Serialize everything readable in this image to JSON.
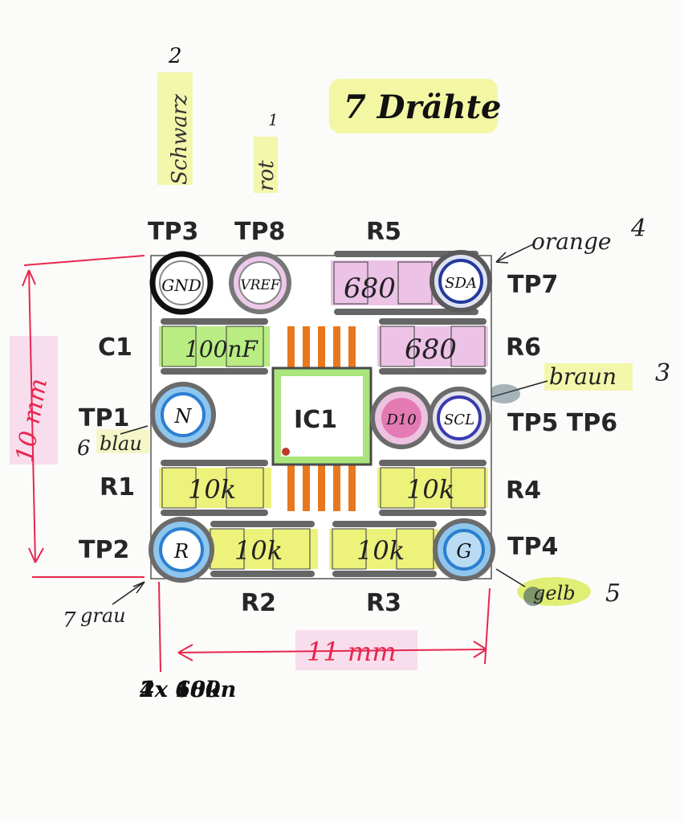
{
  "title": "7 Drähte",
  "board": {
    "test_points": [
      {
        "id": "TP3",
        "label": "TP3",
        "pad": "GND"
      },
      {
        "id": "TP8",
        "label": "TP8",
        "pad": "VREF"
      },
      {
        "id": "TP7",
        "label": "TP7",
        "pad": "SDA"
      },
      {
        "id": "TP1",
        "label": "TP1",
        "pad": "N"
      },
      {
        "id": "TP5",
        "label": "TP5 TP6",
        "pad": "SCL",
        "pad2": "D10"
      },
      {
        "id": "TP2",
        "label": "TP2",
        "pad": "R"
      },
      {
        "id": "TP4",
        "label": "TP4",
        "pad": "G"
      }
    ],
    "components": [
      {
        "id": "R5",
        "label": "R5",
        "value": "680"
      },
      {
        "id": "R6",
        "label": "R6",
        "value": "680"
      },
      {
        "id": "C1",
        "label": "C1",
        "value": "100nF"
      },
      {
        "id": "R1",
        "label": "R1",
        "value": "10k"
      },
      {
        "id": "R4",
        "label": "R4",
        "value": "10k"
      },
      {
        "id": "R2",
        "label": "R2",
        "value": "10k"
      },
      {
        "id": "R3",
        "label": "R3",
        "value": "10k"
      },
      {
        "id": "IC1",
        "label": "IC1"
      }
    ]
  },
  "wire_notes": {
    "tp3": {
      "text": "Schwarz",
      "num": "2"
    },
    "tp8": {
      "text": "rot",
      "num": "1"
    },
    "tp7": {
      "text": "orange",
      "num": "4"
    },
    "tp5": {
      "text": "braun",
      "num": "3"
    },
    "tp1": {
      "text": "blau",
      "num": "6"
    },
    "tp2": {
      "text": "grau",
      "num": "7"
    },
    "tp4": {
      "text": "gelb",
      "num": "5"
    }
  },
  "dimensions": {
    "height": "10 mm",
    "width": "11 mm"
  },
  "parts_list": [
    "2x 680",
    "4x 10k",
    "1x 100n"
  ],
  "colors": {
    "yellow": "#ecf27a",
    "pink": "#ecc2e6",
    "green": "#b9ec82",
    "blue_pad": "#8ec6ee",
    "pink_pad": "#e47ab4",
    "red_pen": "#e8264e",
    "ic_body": "#a9e57a",
    "ic_pins": "#e7781f"
  }
}
